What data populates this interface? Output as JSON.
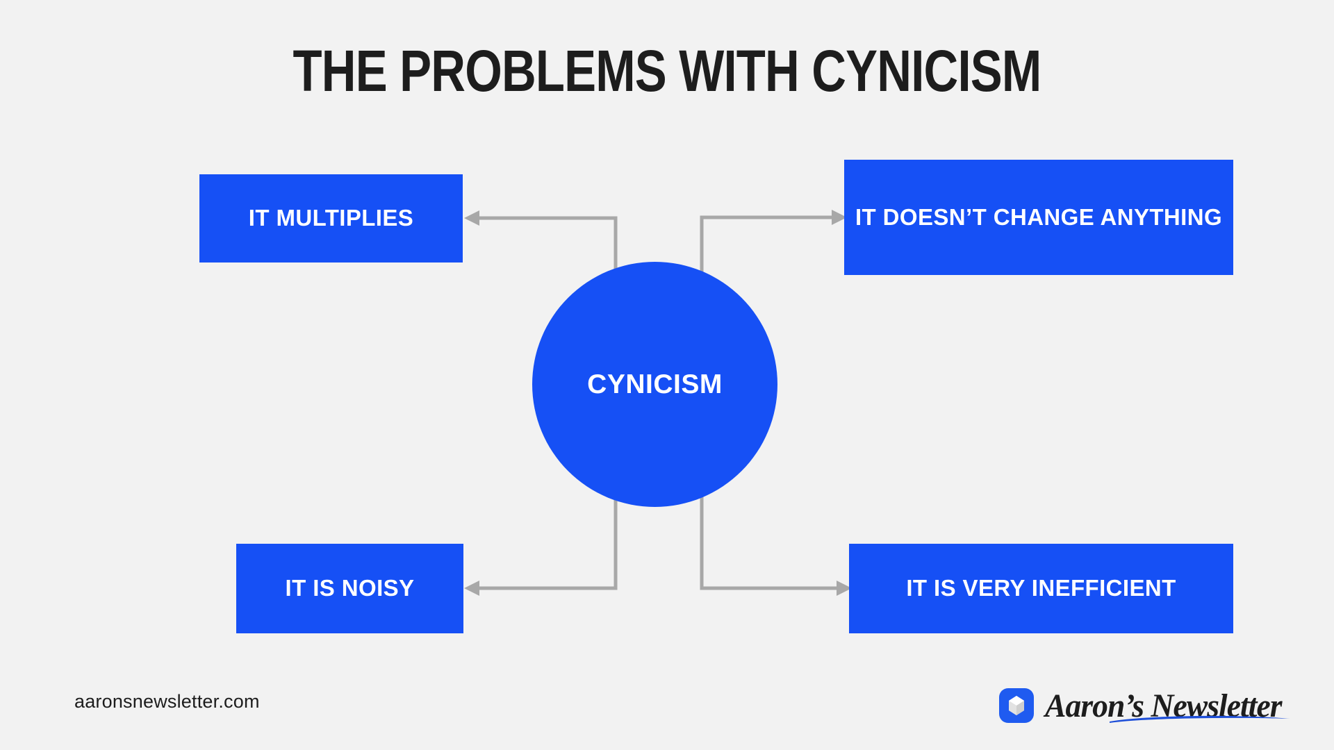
{
  "page": {
    "background_color": "#f2f2f2",
    "accent_color": "#1650f5",
    "connector_color": "#a8a8a8",
    "text_dark": "#1d1d1d",
    "text_light": "#ffffff"
  },
  "header": {
    "title": "THE PROBLEMS WITH CYNICISM"
  },
  "diagram": {
    "type": "mind-map",
    "center": {
      "label": "CYNICISM",
      "shape": "circle"
    },
    "nodes": [
      {
        "id": "multiplies",
        "label": "IT MULTIPLIES",
        "position": "top-left"
      },
      {
        "id": "doesnt-change",
        "label": "IT DOESN’T CHANGE ANYTHING",
        "position": "top-right"
      },
      {
        "id": "noisy",
        "label": "IT IS NOISY",
        "position": "bottom-left"
      },
      {
        "id": "inefficient",
        "label": "IT IS VERY INEFFICIENT",
        "position": "bottom-right"
      }
    ],
    "edges": [
      {
        "from": "center",
        "to": "multiplies",
        "arrow": "left"
      },
      {
        "from": "center",
        "to": "doesnt-change",
        "arrow": "right"
      },
      {
        "from": "center",
        "to": "noisy",
        "arrow": "left"
      },
      {
        "from": "center",
        "to": "inefficient",
        "arrow": "right"
      }
    ]
  },
  "footer": {
    "site_url": "aaronsnewsletter.com",
    "brand_name": "Aaron’s Newsletter",
    "brand_mark_icon": "polyhedron-gem-icon",
    "brand_mark_color": "#1f5bf0",
    "brand_underline_color": "#1d4ed8"
  }
}
